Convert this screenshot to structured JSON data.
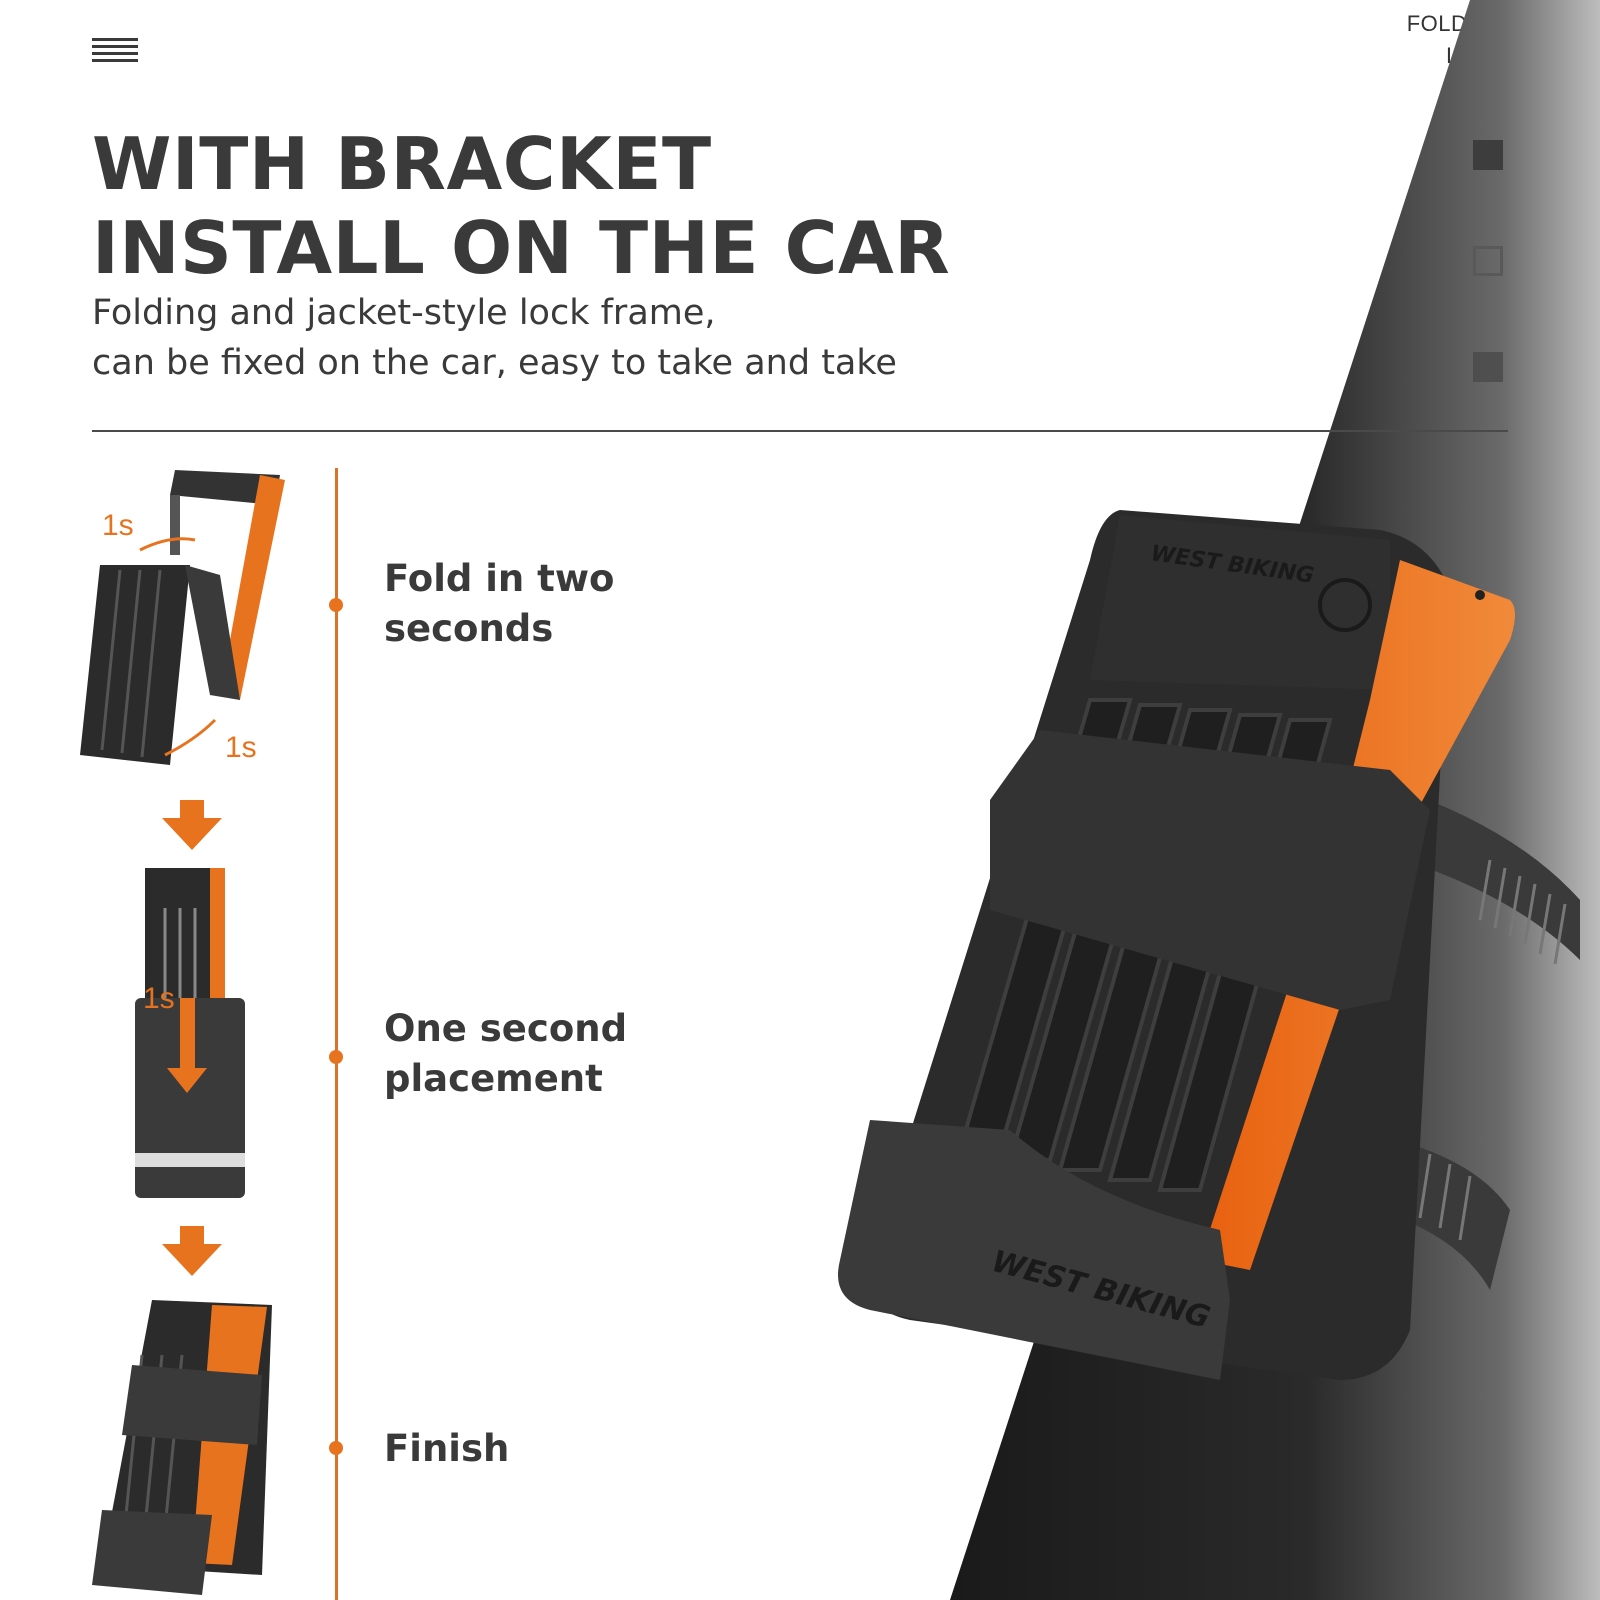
{
  "header": {
    "brand_label_line1": "FOLDING",
    "brand_label_line2": "LOCK"
  },
  "headline": {
    "line1": "WITH BRACKET",
    "line2": "INSTALL ON THE CAR"
  },
  "subtitle": {
    "line1": "Folding and jacket-style lock frame,",
    "line2": "can be fixed on the car, easy to take and take"
  },
  "steps": [
    {
      "label_line1": "Fold in two",
      "label_line2": "seconds"
    },
    {
      "label_line1": "One second",
      "label_line2": "placement"
    },
    {
      "label_line1": "Finish",
      "label_line2": ""
    }
  ],
  "time_labels": [
    "1s",
    "1s",
    "1s"
  ],
  "product_brand": "WEST BIKING",
  "colors": {
    "accent": "#e8731f",
    "dark": "#3a3a3a",
    "lock_body": "#2b2b2b",
    "background": "#ffffff"
  }
}
